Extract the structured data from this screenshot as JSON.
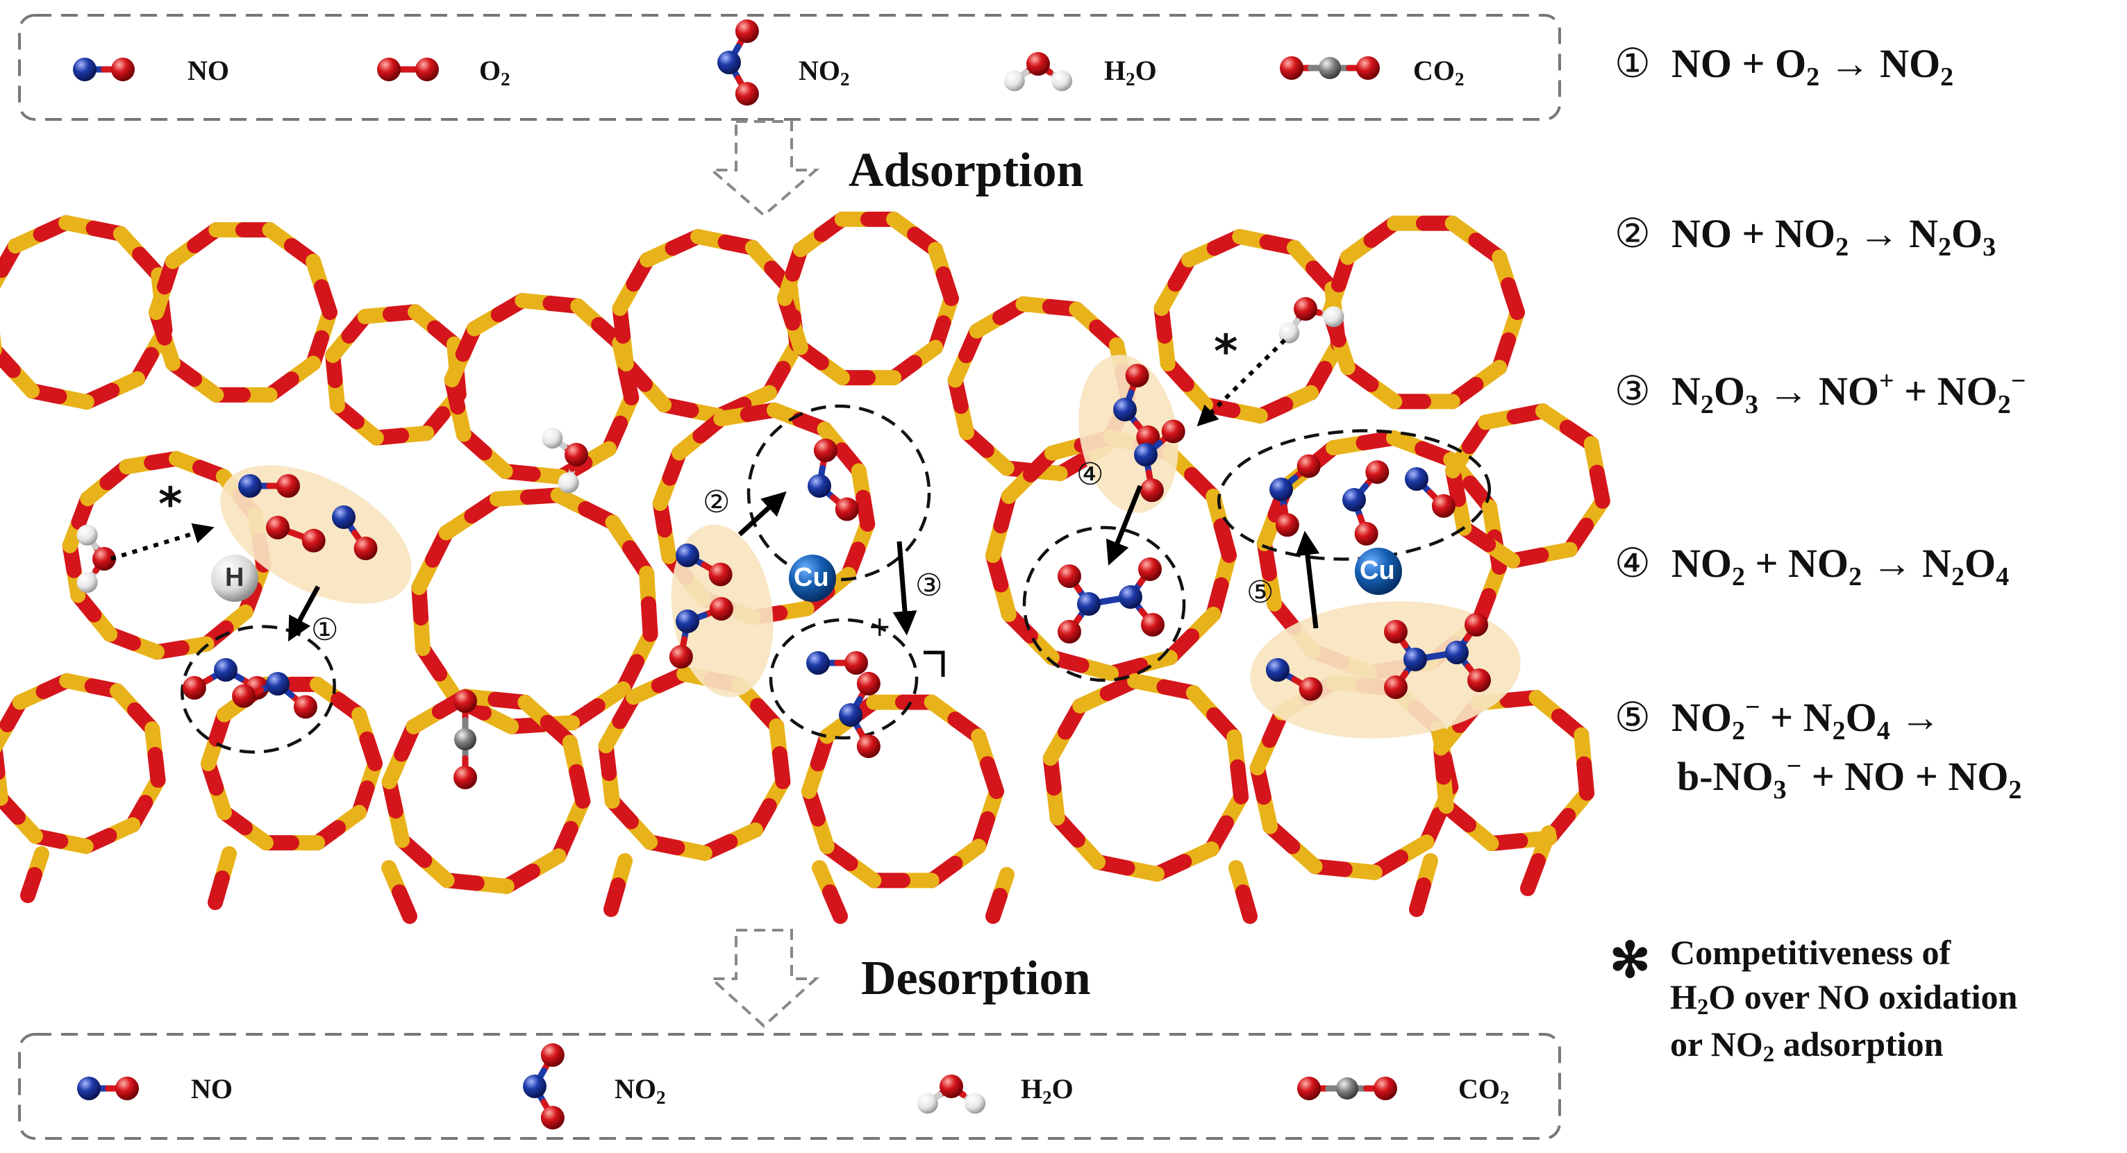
{
  "legend_top": {
    "items": [
      {
        "name": "NO",
        "sub": ""
      },
      {
        "name": "O",
        "sub": "2"
      },
      {
        "name": "NO",
        "sub": "2"
      },
      {
        "name": "H",
        "sub": "2",
        "tail": "O"
      },
      {
        "name": "CO",
        "sub": "2"
      }
    ]
  },
  "legend_bottom": {
    "items": [
      {
        "name": "NO",
        "sub": ""
      },
      {
        "name": "NO",
        "sub": "2"
      },
      {
        "name": "H",
        "sub": "2",
        "tail": "O"
      },
      {
        "name": "CO",
        "sub": "2"
      }
    ]
  },
  "stages": {
    "adsorption": "Adsorption",
    "desorption": "Desorption"
  },
  "site_labels": {
    "cu": "Cu",
    "h": "H",
    "plus": "+"
  },
  "step_markers": [
    "①",
    "②",
    "③",
    "④",
    "⑤"
  ],
  "asterisk": "*",
  "reactions": [
    {
      "num": "①",
      "html": "NO + O<sub>2</sub> → NO<sub>2</sub>"
    },
    {
      "num": "②",
      "html": "NO + NO<sub>2</sub> → N<sub>2</sub>O<sub>3</sub>"
    },
    {
      "num": "③",
      "html": "N<sub>2</sub>O<sub>3</sub> → NO<sup>+</sup> + NO<sub>2</sub><sup>−</sup>"
    },
    {
      "num": "④",
      "html": "NO<sub>2</sub> + NO<sub>2</sub> → N<sub>2</sub>O<sub>4</sub>"
    },
    {
      "num": "⑤",
      "html": "NO<sub>2</sub><sup>−</sup> + N<sub>2</sub>O<sub>4</sub> →",
      "html2": "b-NO<sub>3</sub><sup>−</sup> + NO + NO<sub>2</sub>"
    }
  ],
  "note": {
    "symbol": "✻",
    "line1": "Competitiveness of",
    "line2_html": "H<sub>2</sub>O over NO oxidation",
    "line3_html": "or NO<sub>2</sub> adsorption"
  },
  "colors": {
    "oxygen": "#d4151b",
    "nitrogen": "#1c3aa8",
    "silicon": "#e8b31a",
    "carbon": "#808080",
    "hydrogen": "#ededed",
    "copper": "#1560b5",
    "highlight": "#f8e4bf"
  }
}
